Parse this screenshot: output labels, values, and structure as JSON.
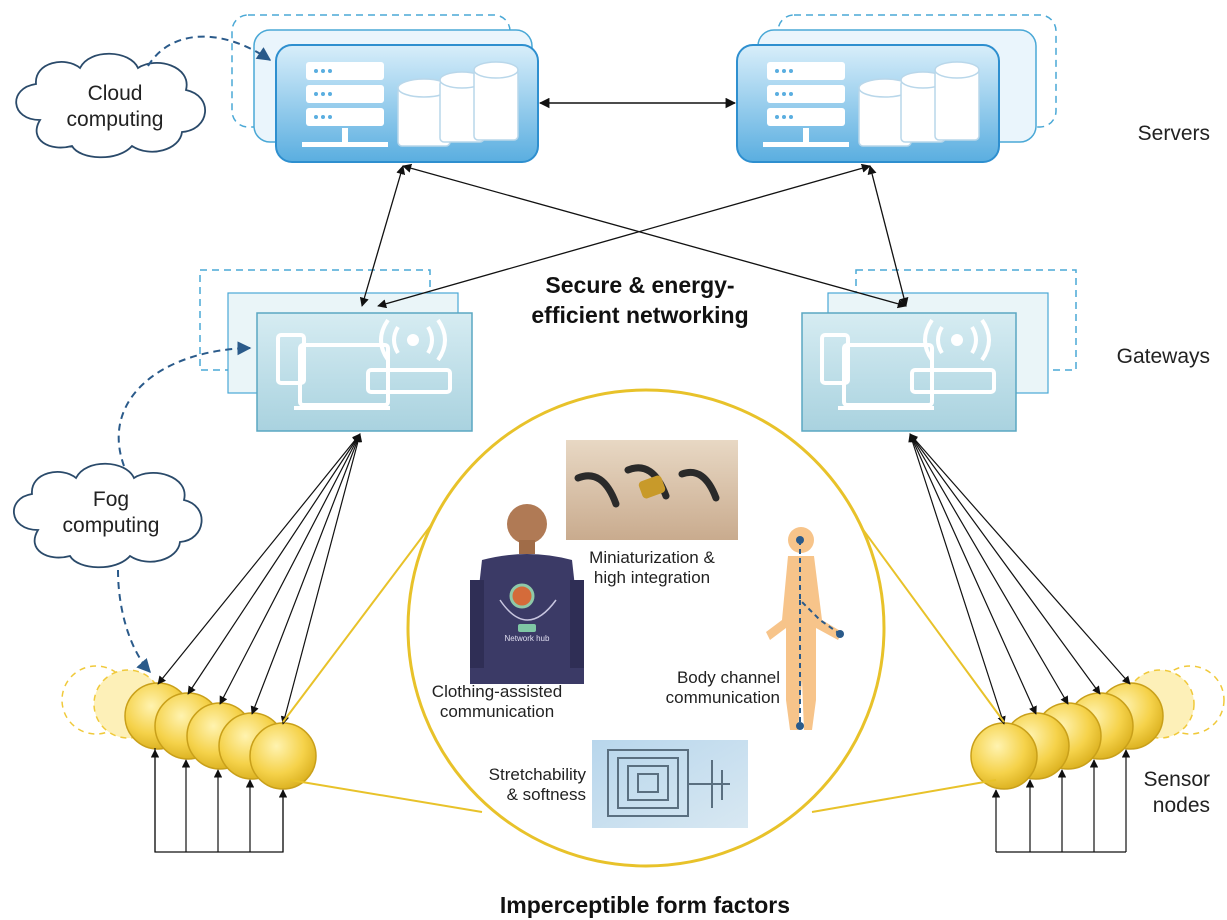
{
  "tiers": {
    "servers": "Servers",
    "gateways": "Gateways",
    "sensor_nodes_line1": "Sensor",
    "sensor_nodes_line2": "nodes"
  },
  "clouds": {
    "cloud_line1": "Cloud",
    "cloud_line2": "computing",
    "fog_line1": "Fog",
    "fog_line2": "computing"
  },
  "networking": {
    "line1": "Secure & energy-",
    "line2": "efficient networking"
  },
  "form_factors": {
    "title": "Imperceptible form factors",
    "miniaturization_line1": "Miniaturization &",
    "miniaturization_line2": "high integration",
    "clothing_line1": "Clothing-assisted",
    "clothing_line2": "communication",
    "body_line1": "Body channel",
    "body_line2": "communication",
    "stretch_line1": "Stretchability",
    "stretch_line2": "& softness",
    "network_hub": "Network hub"
  },
  "colors": {
    "server_fill": "#6bb8e6",
    "gateway_fill": "#bfe0ea",
    "dashed_outline": "#4aa8d6",
    "cloud_arrow": "#2a5a8a",
    "sensor_fill": "#f7d54a",
    "circle_outline": "#e8c22a",
    "shirt": "#3b3a66",
    "body": "#f7c48a"
  }
}
